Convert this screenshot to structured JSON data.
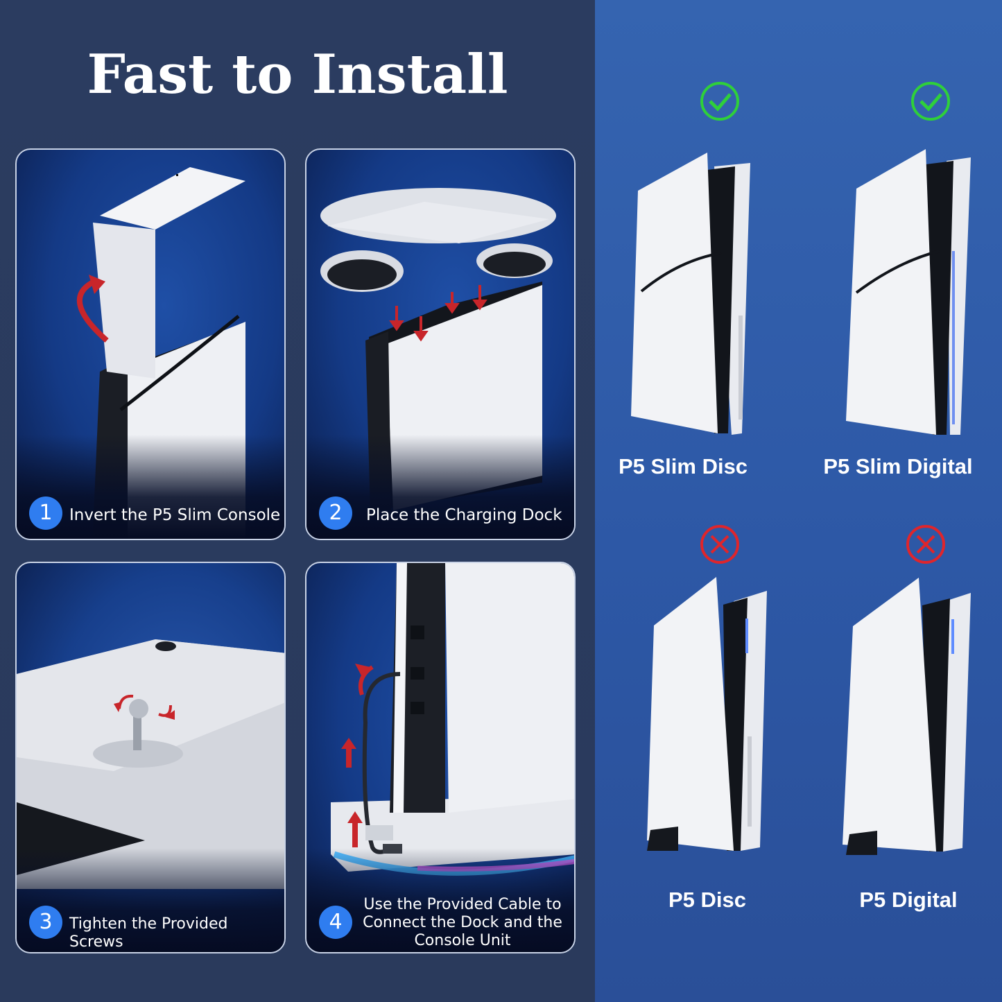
{
  "title": "Fast to Install",
  "steps": [
    {
      "number": "1",
      "label": "Invert the P5 Slim Console"
    },
    {
      "number": "2",
      "label": "Place the Charging Dock"
    },
    {
      "number": "3",
      "label": "Tighten the Provided Screws"
    },
    {
      "number": "4",
      "label_lines": [
        "Use the Provided Cable to",
        "Connect the Dock and the",
        "Console Unit"
      ]
    }
  ],
  "compatibility": [
    {
      "label": "P5 Slim Disc",
      "status": "check-icon",
      "color": "#2fd03a"
    },
    {
      "label": "P5 Slim Digital",
      "status": "check-icon",
      "color": "#2fd03a"
    },
    {
      "label": "P5 Disc",
      "status": "cross-icon",
      "color": "#e0252b"
    },
    {
      "label": "P5 Digital",
      "status": "cross-icon",
      "color": "#e0252b"
    }
  ],
  "colors": {
    "accent": "#2f7df0",
    "left_bg": "#2b3c60",
    "right_bg": "#3564b0"
  }
}
